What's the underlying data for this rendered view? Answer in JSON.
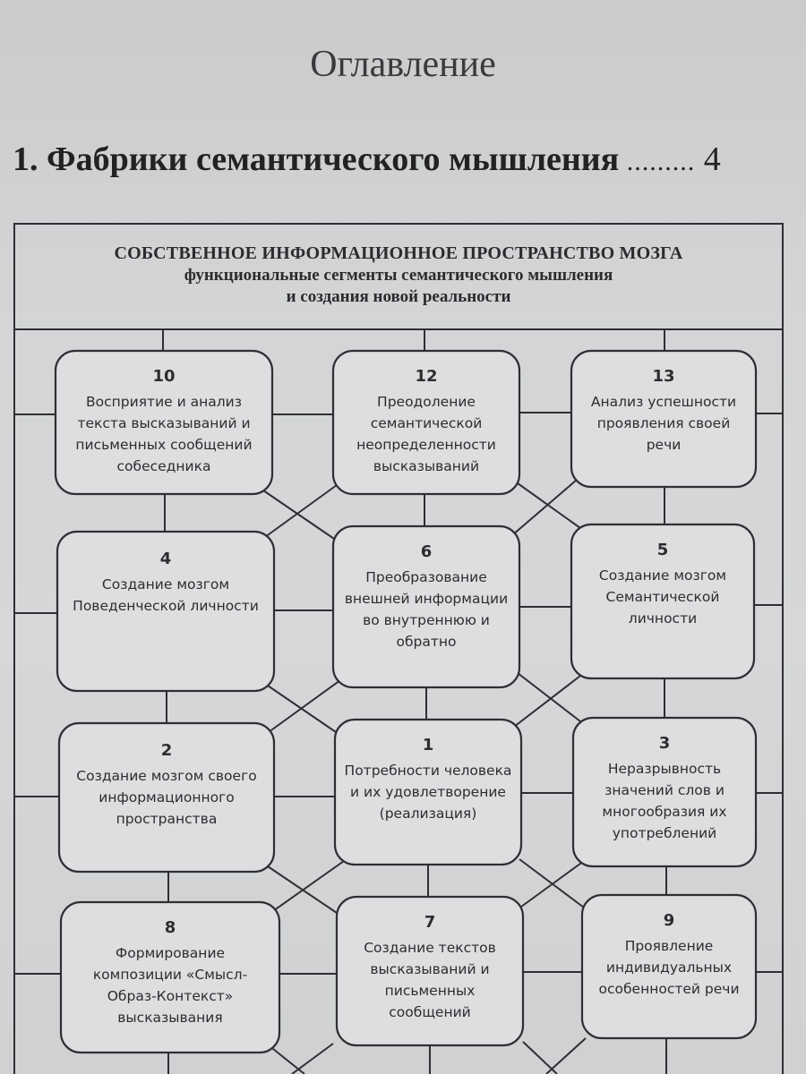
{
  "page": {
    "heading": "Оглавление",
    "chapter": {
      "title": "1. Фабрики семантического мышления",
      "dots": " .........",
      "page": " 4"
    }
  },
  "header": {
    "line1": "СОБСТВЕННОЕ ИНФОРМАЦИОННОЕ ПРОСТРАНСТВО МОЗГА",
    "line2": "функциональные сегменты семантического мышления",
    "line3": "и создания новой реальности"
  },
  "nodes": [
    {
      "number": "10",
      "text": "Восприятие и анализ текста высказываний и письменных сообщений собеседника"
    },
    {
      "number": "12",
      "text": "Преодоление семантической неопределенности высказываний"
    },
    {
      "number": "13",
      "text": "Анализ успешности проявления своей речи"
    },
    {
      "number": "4",
      "text": "Создание мозгом Поведенческой личности"
    },
    {
      "number": "6",
      "text": "Преобразование внешней информации во внутреннюю и обратно"
    },
    {
      "number": "5",
      "text": "Создание мозгом Семантической личности"
    },
    {
      "number": "2",
      "text": "Создание мозгом своего информационного пространства"
    },
    {
      "number": "1",
      "text": "Потребности человека и их удовлетворение (реализация)"
    },
    {
      "number": "3",
      "text": "Неразрывность значений слов и многообразия их употреблений"
    },
    {
      "number": "8",
      "text": "Формирование композиции «Смысл-Образ-Контекст» высказывания"
    },
    {
      "number": "7",
      "text": "Создание текстов высказываний и письменных сообщений"
    },
    {
      "number": "9",
      "text": "Проявление индивидуальных особенностей речи"
    }
  ]
}
